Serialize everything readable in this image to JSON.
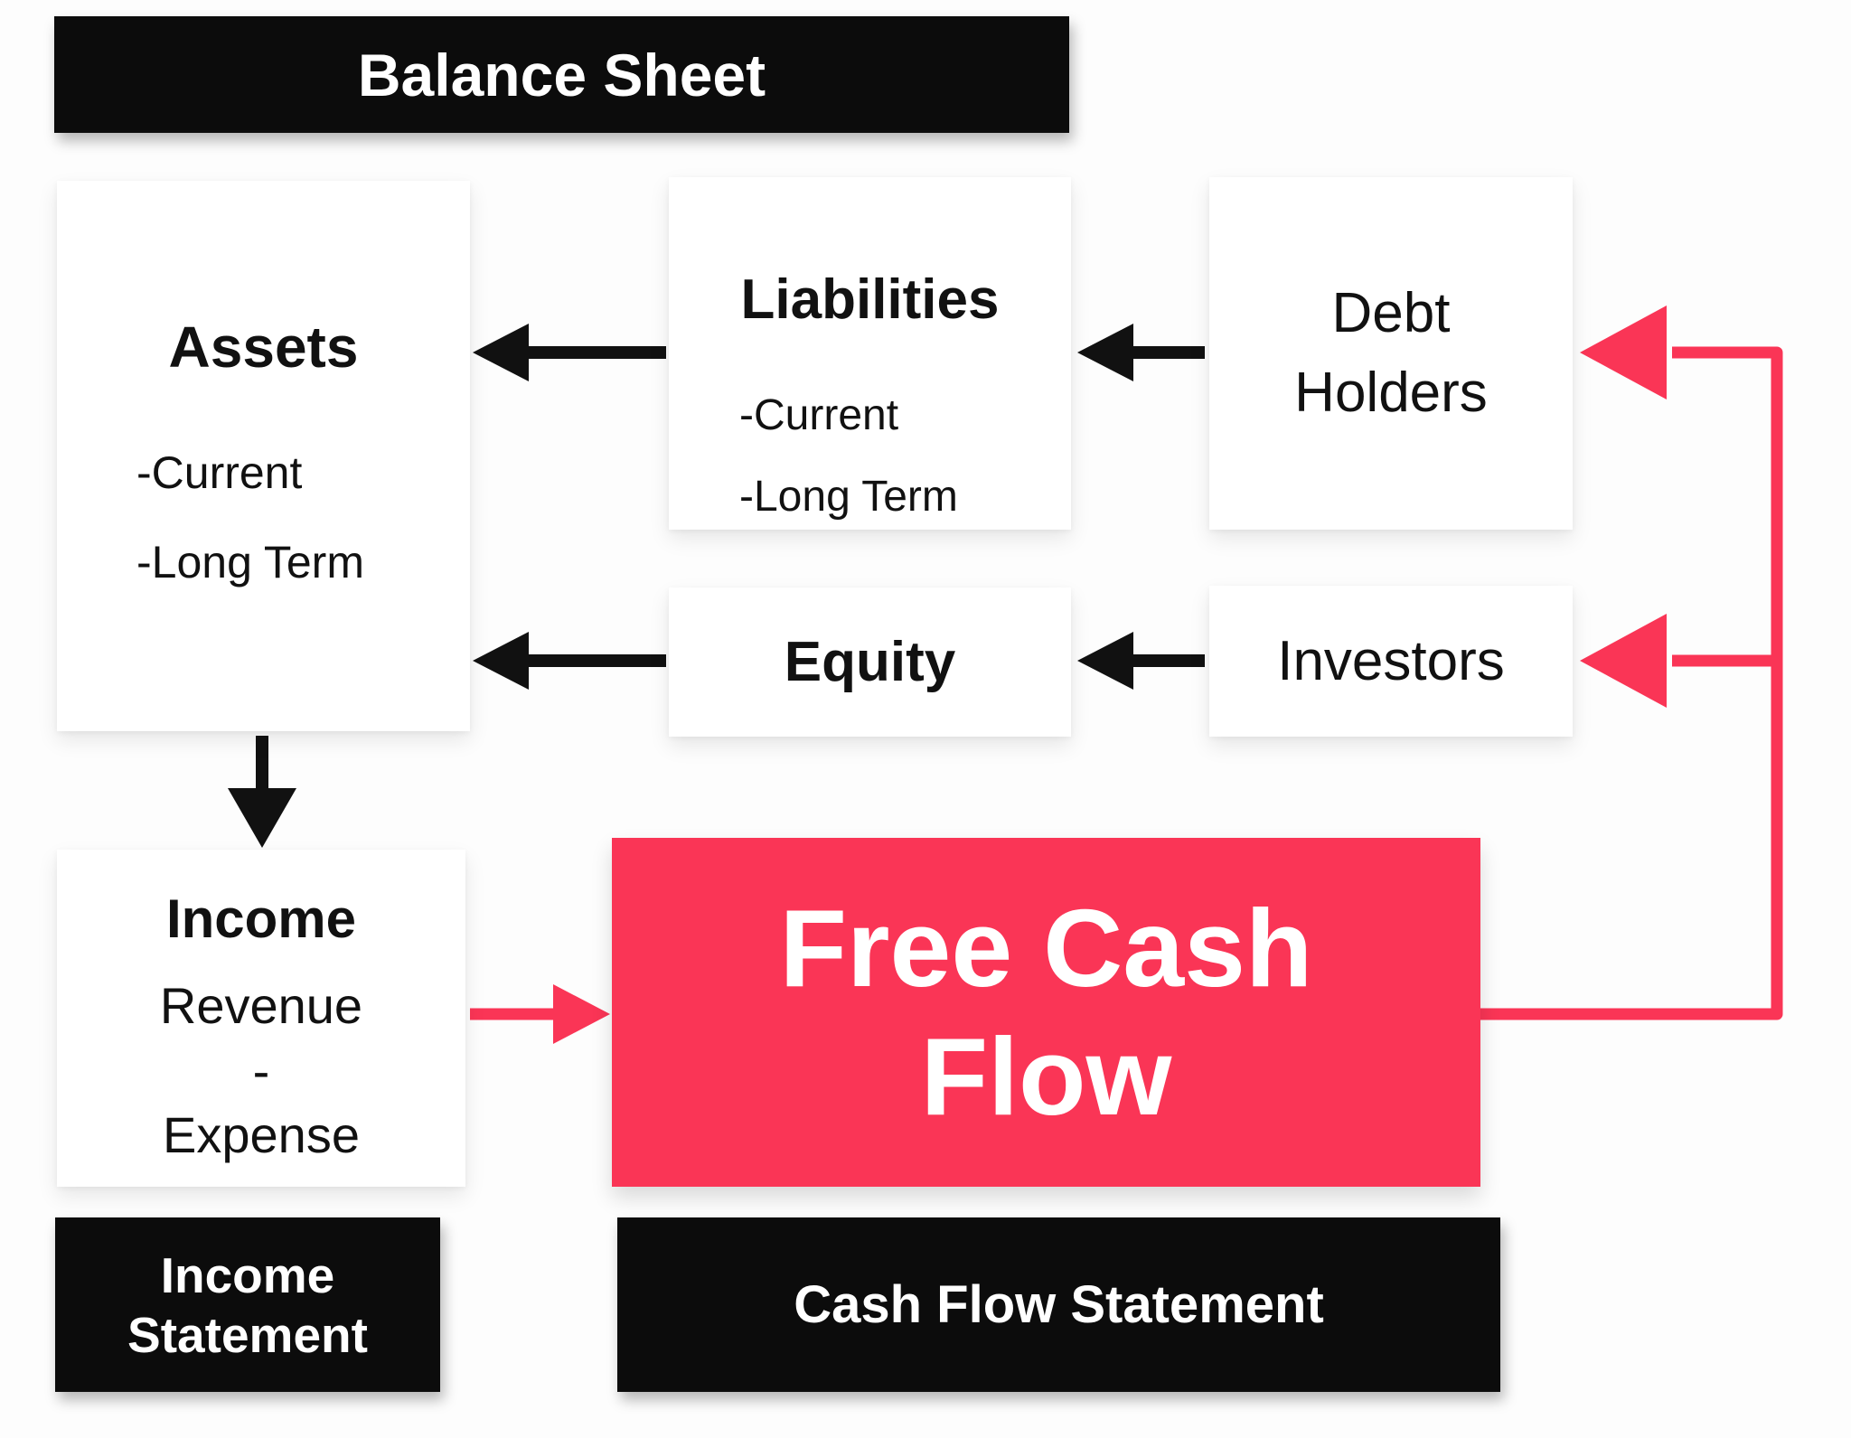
{
  "banner": {
    "label": "Balance Sheet"
  },
  "boxes": {
    "assets": {
      "title": "Assets",
      "items": [
        "-Current",
        "-Long Term"
      ]
    },
    "liabilities": {
      "title": "Liabilities",
      "items": [
        "-Current",
        "-Long Term"
      ]
    },
    "debt_holders": {
      "title": "Debt Holders"
    },
    "equity": {
      "title": "Equity"
    },
    "investors": {
      "title": "Investors"
    },
    "income": {
      "title": "Income",
      "formula": [
        "Revenue",
        "-",
        "Expense"
      ]
    },
    "free_cash_flow": {
      "title": "Free Cash Flow"
    }
  },
  "footers": {
    "income_statement": "Income Statement",
    "cash_flow_statement": "Cash Flow Statement"
  },
  "edges": [
    {
      "from": "Debt Holders",
      "to": "Liabilities",
      "color": "black"
    },
    {
      "from": "Liabilities",
      "to": "Assets",
      "color": "black"
    },
    {
      "from": "Investors",
      "to": "Equity",
      "color": "black"
    },
    {
      "from": "Equity",
      "to": "Assets",
      "color": "black"
    },
    {
      "from": "Assets",
      "to": "Income",
      "color": "black"
    },
    {
      "from": "Income",
      "to": "Free Cash Flow",
      "color": "pink"
    },
    {
      "from": "Free Cash Flow",
      "to": "Debt Holders",
      "color": "pink"
    },
    {
      "from": "Free Cash Flow",
      "to": "Investors",
      "color": "pink"
    }
  ],
  "colors": {
    "accent_pink": "#FA3556",
    "box_black": "#0C0C0C",
    "text_black": "#111111",
    "background": "#FDFDFD"
  }
}
